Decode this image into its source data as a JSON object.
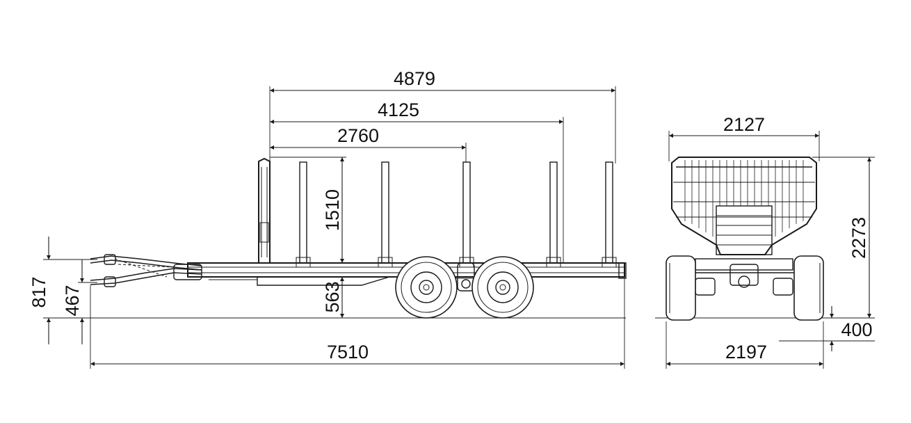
{
  "drawing": {
    "side_view": {
      "dimensions": {
        "overall_length": "7510",
        "stake_bunk_length_outer": "4879",
        "stake_bunk_length_mid": "4125",
        "stake_bunk_length_inner": "2760",
        "stake_height": "1510",
        "deck_height": "563",
        "drawbar_height_high": "817",
        "drawbar_height_low": "467"
      }
    },
    "rear_view": {
      "dimensions": {
        "top_width": "2127",
        "overall_width": "2197",
        "overall_height": "2273",
        "ground_clearance": "400"
      }
    }
  }
}
